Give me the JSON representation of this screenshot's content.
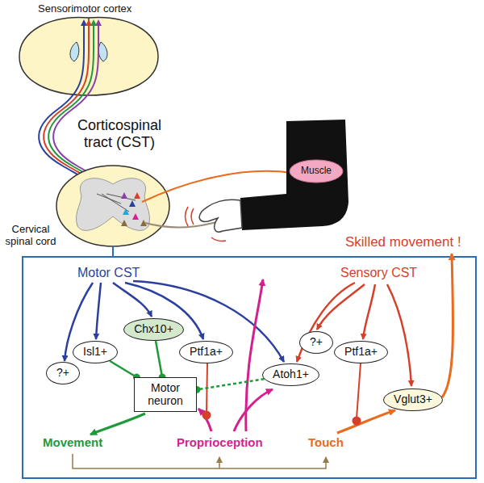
{
  "diagram": {
    "nodes": [
      {
        "text": [
          "?+"
        ]
      },
      {
        "text": [
          "Isl1+"
        ]
      },
      {
        "text": [
          "Chx10+"
        ]
      },
      {
        "text": [
          "Ptf1a+"
        ]
      },
      {
        "text": [
          "Motor neuron"
        ]
      },
      {
        "text": [
          "Atoh1+"
        ]
      },
      {
        "text": [
          "?+"
        ]
      },
      {
        "text": [
          "Ptf1a+"
        ]
      },
      {
        "text": [
          "Vglut3+"
        ]
      }
    ],
    "edges": [
      {
        "from": 1,
        "to": 4,
        "arrow": "to"
      },
      {
        "from": 2,
        "to": 4,
        "arrow": "to"
      },
      {
        "from": 5,
        "to": 4,
        "arrow": "to"
      }
    ],
    "labels": [
      "Sensorimotor cortex",
      "Corticospinal tract (CST)",
      "Cervical spinal cord",
      "Muscle",
      "Skilled movement !",
      "Motor CST",
      "Sensory CST",
      "Movement",
      "Proprioception",
      "Touch"
    ]
  }
}
